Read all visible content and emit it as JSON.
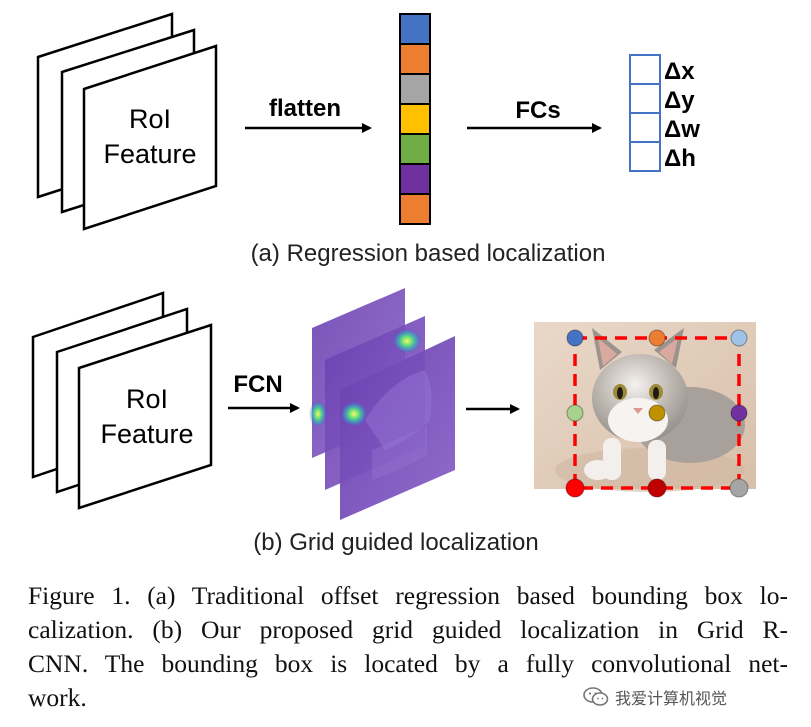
{
  "panel_a": {
    "feature_label_line1": "RoI",
    "feature_label_line2": "Feature",
    "flatten_label": "flatten",
    "fcs_label": "FCs",
    "vector_colors": [
      "#4472c4",
      "#ed7d31",
      "#a5a5a5",
      "#ffc000",
      "#70ad47",
      "#7030a0",
      "#ed7d31"
    ],
    "outputs": [
      "Δx",
      "Δy",
      "Δw",
      "Δh"
    ],
    "subcaption": "(a) Regression based localization"
  },
  "panel_b": {
    "feature_label_line1": "RoI",
    "feature_label_line2": "Feature",
    "fcn_label": "FCN",
    "grid_point_colors": {
      "top": [
        "#4472c4",
        "#ed7d31",
        "#9dc3e6"
      ],
      "middle": [
        "#a9d18e",
        "#bf9000",
        "#7030a0"
      ],
      "bottom": [
        "#ff0000",
        "#c00000",
        "#a5a5a5"
      ]
    },
    "box_color": "#ff0000",
    "subcaption": "(b) Grid guided localization"
  },
  "caption": {
    "line1": "Figure 1. (a) Traditional offset regression based bounding box lo-",
    "line2": "calization. (b) Our proposed grid guided localization in Grid R-",
    "line3": "CNN. The bounding box is located by a fully convolutional net-",
    "line4": "work."
  },
  "watermark": {
    "text": "我爱计算机视觉",
    "icon": "wechat-icon"
  }
}
